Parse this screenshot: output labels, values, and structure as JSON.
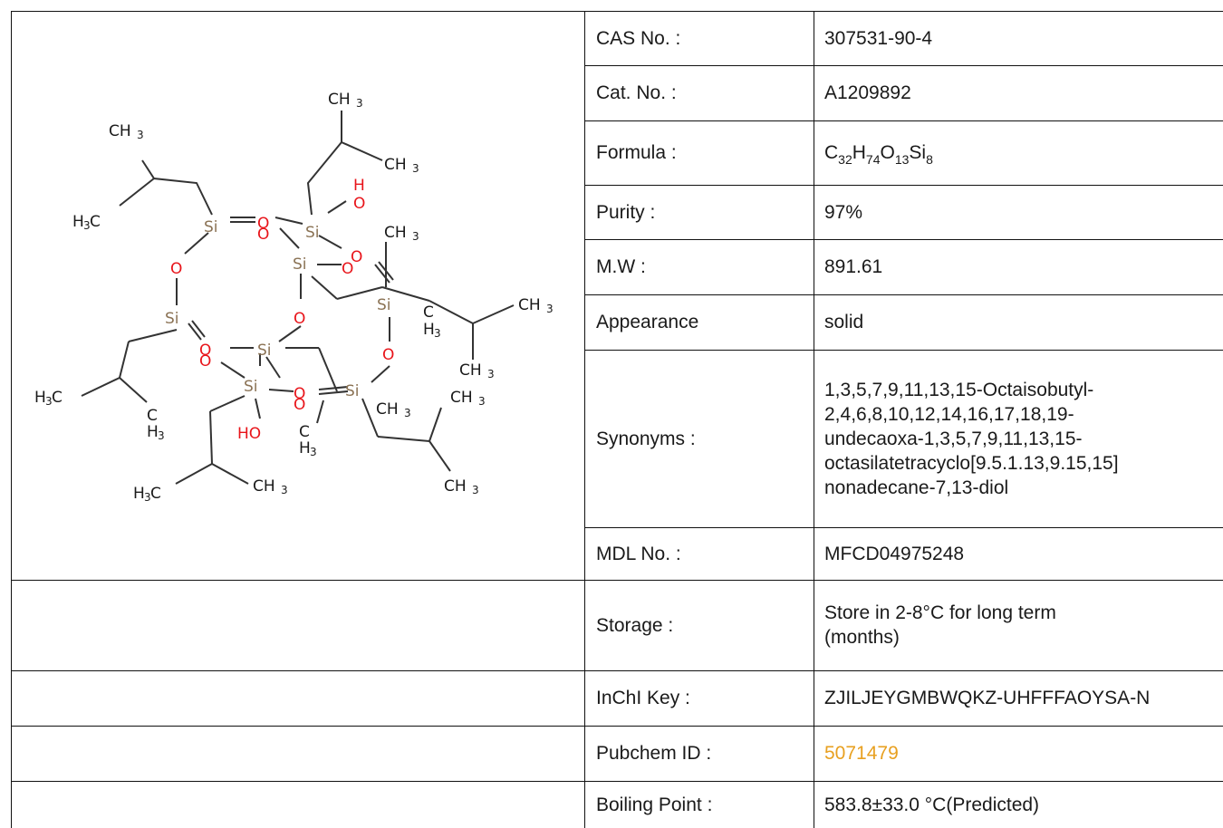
{
  "structure": {
    "description_icon": "molecule-structure-image",
    "atom_labels": {
      "si": "Si",
      "o": "O",
      "h": "H",
      "ho": "HO",
      "ch": "CH",
      "three": "3",
      "h3c": "H",
      "c": "C"
    }
  },
  "properties": [
    {
      "label": "CAS No. :",
      "value": "307531-90-4"
    },
    {
      "label": "Cat. No. :",
      "value": "A1209892"
    },
    {
      "label": "Formula :",
      "formula": [
        {
          "t": "C",
          "sub": "32"
        },
        {
          "t": "H",
          "sub": "74"
        },
        {
          "t": "O",
          "sub": "13"
        },
        {
          "t": "Si",
          "sub": "8"
        }
      ]
    },
    {
      "label": "Purity :",
      "value": "97%"
    },
    {
      "label": "M.W :",
      "value": "891.61"
    },
    {
      "label": "Appearance",
      "value": "solid"
    },
    {
      "label": "Synonyms :",
      "lines": [
        "1,3,5,7,9,11,13,15-Octaisobutyl-",
        "2,4,6,8,10,12,14,16,17,18,19-",
        "undecaoxa-1,3,5,7,9,11,13,15-",
        "octasilatetracyclo[9.5.1.13,9.15,15]",
        "nonadecane-7,13-diol"
      ]
    },
    {
      "label": "MDL No. :",
      "value": "MFCD04975248"
    },
    {
      "label": "Storage :",
      "lines": [
        "Store in 2-8°C for long term",
        "(months)"
      ]
    },
    {
      "label": "InChI Key :",
      "value": "ZJILJEYGMBWQKZ-UHFFFAOYSA-N"
    },
    {
      "label": "Pubchem ID :",
      "value": "5071479",
      "link": true
    },
    {
      "label": "Boiling Point :",
      "value": "583.8±33.0 °C(Predicted)"
    }
  ],
  "colors": {
    "link": "#e8a020",
    "oxygen": "#e8141a",
    "silicon": "#8b7355",
    "border": "#111111"
  }
}
